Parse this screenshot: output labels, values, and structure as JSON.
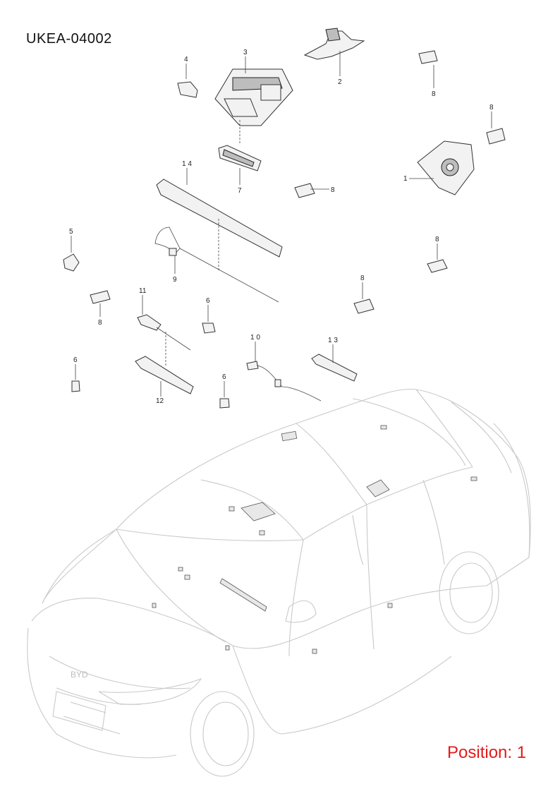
{
  "diagram": {
    "code": "UKEA-04002",
    "position_label": "Position: 1",
    "colors": {
      "position_text": "#e31b1b",
      "line": "#333333",
      "car_outline": "#c9c9c9"
    },
    "callouts": [
      {
        "id": "c1",
        "label": "1"
      },
      {
        "id": "c2",
        "label": "2"
      },
      {
        "id": "c3",
        "label": "3"
      },
      {
        "id": "c4",
        "label": "4"
      },
      {
        "id": "c5",
        "label": "5"
      },
      {
        "id": "c6a",
        "label": "6"
      },
      {
        "id": "c6b",
        "label": "6"
      },
      {
        "id": "c6c",
        "label": "6"
      },
      {
        "id": "c7",
        "label": "7"
      },
      {
        "id": "c8a",
        "label": "8"
      },
      {
        "id": "c8b",
        "label": "8"
      },
      {
        "id": "c8c",
        "label": "8"
      },
      {
        "id": "c8d",
        "label": "8"
      },
      {
        "id": "c8e",
        "label": "8"
      },
      {
        "id": "c8f",
        "label": "8"
      },
      {
        "id": "c8g",
        "label": "8"
      },
      {
        "id": "c9",
        "label": "9"
      },
      {
        "id": "c10",
        "label": "1 0"
      },
      {
        "id": "c11",
        "label": "11"
      },
      {
        "id": "c12",
        "label": "12"
      },
      {
        "id": "c13",
        "label": "1 3"
      },
      {
        "id": "c14",
        "label": "1 4"
      }
    ]
  }
}
